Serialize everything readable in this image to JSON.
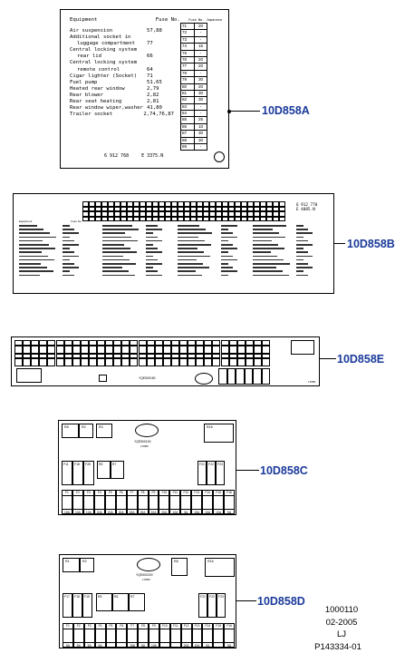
{
  "labels": {
    "a": "10D858A",
    "b": "10D858B",
    "e": "10D858E",
    "c": "10D858C",
    "d": "10D858D"
  },
  "card_a": {
    "header_equipment": "Equipment",
    "header_fuse": "Fuse No.",
    "header_japan": "Fuse No. Japanese",
    "rows": [
      {
        "name": "Air suspension",
        "fuse": "57,88"
      },
      {
        "name": "Additional socket in",
        "fuse": ""
      },
      {
        "name": "luggage compartment",
        "fuse": "77"
      },
      {
        "name": "Central locking system",
        "fuse": ""
      },
      {
        "name": "rear lid",
        "fuse": "66"
      },
      {
        "name": "Central locking system",
        "fuse": ""
      },
      {
        "name": "remote control",
        "fuse": "64"
      },
      {
        "name": "Cigar lighter (Socket)",
        "fuse": "71"
      },
      {
        "name": "Fuel pump",
        "fuse": "51,65"
      },
      {
        "name": "Heated rear window",
        "fuse": "2,79"
      },
      {
        "name": "Rear blower",
        "fuse": "2,82"
      },
      {
        "name": "Rear seat heating",
        "fuse": "2,81"
      },
      {
        "name": "Rear window wiper,washer",
        "fuse": "41,80"
      },
      {
        "name": "Trailer socket",
        "fuse": "2,74,76,87"
      }
    ],
    "japan_table": [
      [
        "71",
        "20"
      ],
      [
        "72",
        "-"
      ],
      [
        "73",
        "-"
      ],
      [
        "74",
        "15"
      ],
      [
        "75",
        "-"
      ],
      [
        "76",
        "20"
      ],
      [
        "77",
        "20"
      ],
      [
        "78",
        "-"
      ],
      [
        "79",
        "30"
      ],
      [
        "80",
        "20"
      ],
      [
        "81",
        "30"
      ],
      [
        "82",
        "30"
      ],
      [
        "83",
        "-"
      ],
      [
        "84",
        "-"
      ],
      [
        "85",
        "25"
      ],
      [
        "86",
        "10"
      ],
      [
        "87",
        "30"
      ],
      [
        "88",
        "30"
      ],
      [
        "89",
        "-"
      ]
    ],
    "part_no": "6 912 768",
    "part_code": "E 3375.N"
  },
  "card_b": {
    "part_no": "6 912 770",
    "part_code": "E 4085.N",
    "header_equipment": "Equipment",
    "header_fuse": "Fuse No."
  },
  "card_e": {
    "part_code": "YQE500180",
    "corner_code": "LT0B1"
  },
  "card_c": {
    "top_fuses": [
      "R8",
      "R2",
      "R3",
      "R16"
    ],
    "part_code": "YQE500100",
    "sub_code": "LT0B3",
    "mid_labels": [
      "F11",
      "F18",
      "F28",
      "R5",
      "R7",
      "F21",
      "F22",
      "F23"
    ],
    "bottom_labels": [
      "F1",
      "F2",
      "F3",
      "F4",
      "F5",
      "F6",
      "F7",
      "F8",
      "F9",
      "F10",
      "F11",
      "F12",
      "F13",
      "F14",
      "F15",
      "F16"
    ],
    "bottom_amps": [
      "15A",
      "10A",
      "10A",
      "20A",
      "20A",
      "20A",
      "25A",
      "20A",
      "20A",
      "20A",
      "10A",
      "5A",
      "15A",
      "10A",
      "10A",
      "5A"
    ]
  },
  "card_d": {
    "top_fuses": [
      "R1",
      "R2",
      "R8",
      "R16"
    ],
    "part_code": "YQE500200",
    "sub_code": "LT0B3",
    "mid_labels": [
      "F17",
      "F18",
      "F19",
      "R5",
      "R6",
      "R7",
      "F21",
      "F22",
      "F23"
    ],
    "bottom_labels": [
      "F1",
      "F2",
      "F3",
      "F4",
      "F5",
      "F6",
      "F7",
      "F8",
      "F9",
      "F10",
      "F11",
      "F12",
      "F13",
      "F14",
      "F15",
      "F16"
    ],
    "bottom_amps": [
      "5A",
      "5A",
      "5A",
      "5A",
      "",
      "",
      "15A",
      "5A",
      "10A",
      "",
      "",
      "20A",
      "10A",
      "5A",
      "",
      "5A"
    ]
  },
  "footer": {
    "line1": "1000110",
    "line2": "02-2005",
    "line3": "LJ",
    "line4": "P143334-01"
  }
}
